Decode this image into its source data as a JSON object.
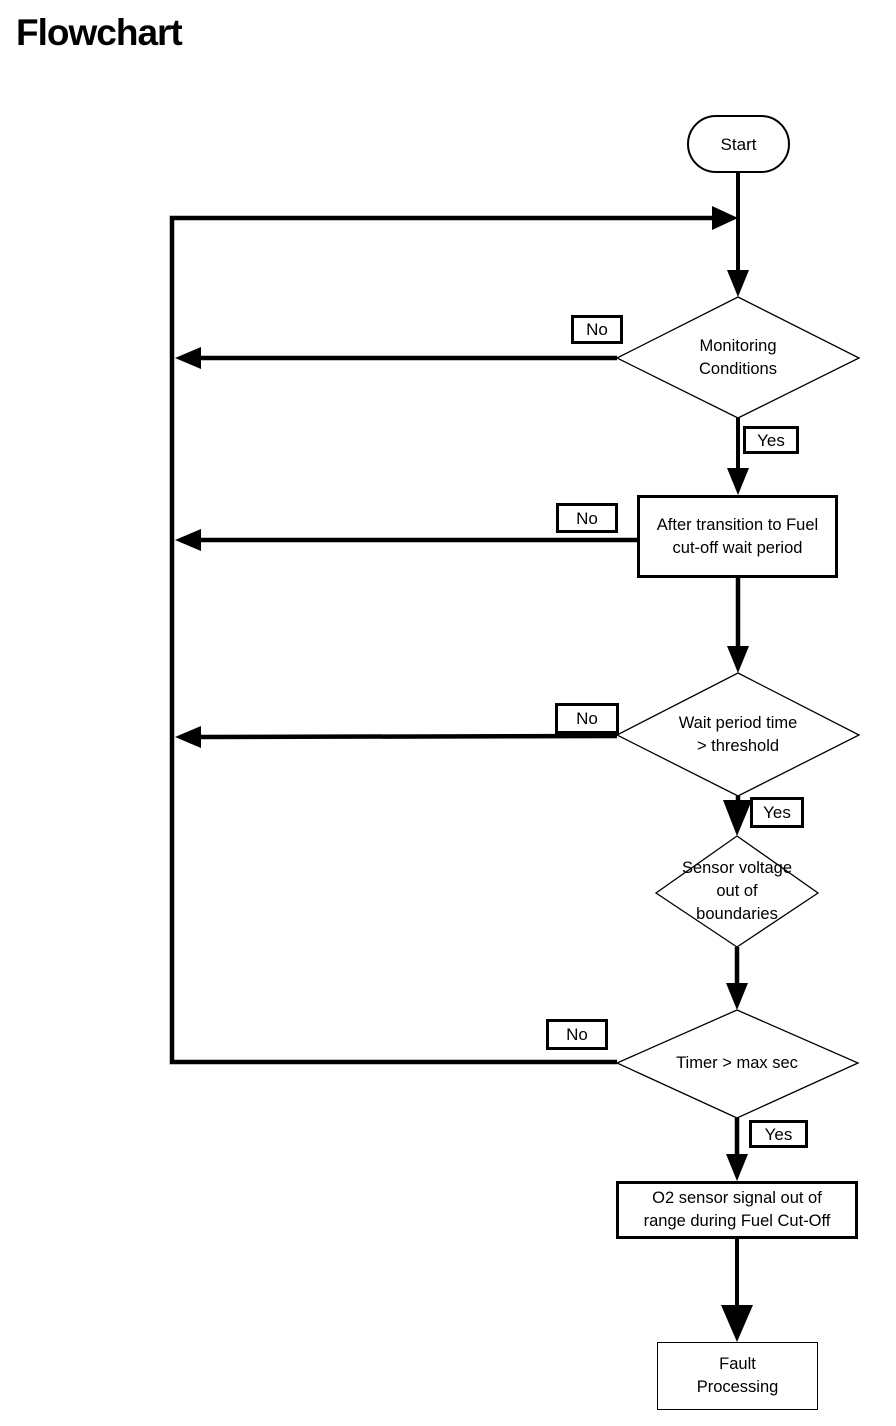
{
  "page": {
    "title": "Flowchart",
    "background_color": "#ffffff",
    "line_color": "#000000"
  },
  "flowchart": {
    "nodes": {
      "start": {
        "type": "terminator",
        "label": "Start"
      },
      "monitoring": {
        "type": "decision",
        "label": "Monitoring\nConditions"
      },
      "fuel_cutoff_wait": {
        "type": "process",
        "label": "After transition to Fuel\ncut-off wait period"
      },
      "wait_threshold": {
        "type": "decision",
        "label": "Wait period time\n> threshold"
      },
      "sensor_voltage": {
        "type": "decision",
        "label": "Sensor voltage\nout of\nboundaries"
      },
      "timer": {
        "type": "decision",
        "label": "Timer > max sec"
      },
      "o2_out_of_range": {
        "type": "process",
        "label": "O2 sensor signal out of\nrange during Fuel Cut-Off"
      },
      "fault_processing": {
        "type": "process",
        "label": "Fault\nProcessing"
      }
    },
    "edges": [
      {
        "from": "start",
        "to": "monitoring",
        "label": ""
      },
      {
        "from": "monitoring",
        "to": "loop_return",
        "label": "No"
      },
      {
        "from": "monitoring",
        "to": "fuel_cutoff_wait",
        "label": "Yes"
      },
      {
        "from": "fuel_cutoff_wait",
        "to": "loop_return",
        "label": "No"
      },
      {
        "from": "fuel_cutoff_wait",
        "to": "wait_threshold",
        "label": ""
      },
      {
        "from": "wait_threshold",
        "to": "loop_return",
        "label": "No"
      },
      {
        "from": "wait_threshold",
        "to": "sensor_voltage",
        "label": "Yes"
      },
      {
        "from": "sensor_voltage",
        "to": "timer",
        "label": ""
      },
      {
        "from": "timer",
        "to": "loop_return",
        "label": "No"
      },
      {
        "from": "timer",
        "to": "o2_out_of_range",
        "label": "Yes"
      },
      {
        "from": "o2_out_of_range",
        "to": "fault_processing",
        "label": ""
      },
      {
        "from": "loop_return",
        "to": "monitoring",
        "label": ""
      }
    ]
  }
}
